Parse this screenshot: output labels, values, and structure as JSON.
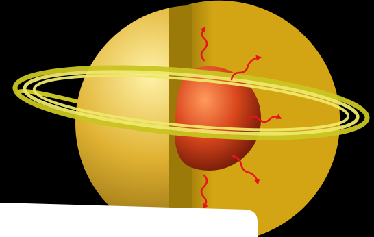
{
  "diagram": {
    "subject": "planet-interior-cutaway",
    "colors": {
      "background": "#000000",
      "shell_light": "#FFF2A8",
      "shell_mid": "#E0B232",
      "shell_dark": "#7A5A08",
      "cut_face": "#D3A514",
      "cut_face_shadow": "#9C7A0A",
      "core_light": "#FF9A5C",
      "core_mid": "#D9461C",
      "core_dark": "#6A1606",
      "ring": "#C9C421",
      "ring_highlight": "#EDE86A",
      "arrow": "#E8141C",
      "bottom_panel": "#FFFFFF"
    },
    "heat_arrows": [
      {
        "direction": "up"
      },
      {
        "direction": "up-right"
      },
      {
        "direction": "right"
      },
      {
        "direction": "down-right"
      },
      {
        "direction": "down"
      }
    ]
  }
}
